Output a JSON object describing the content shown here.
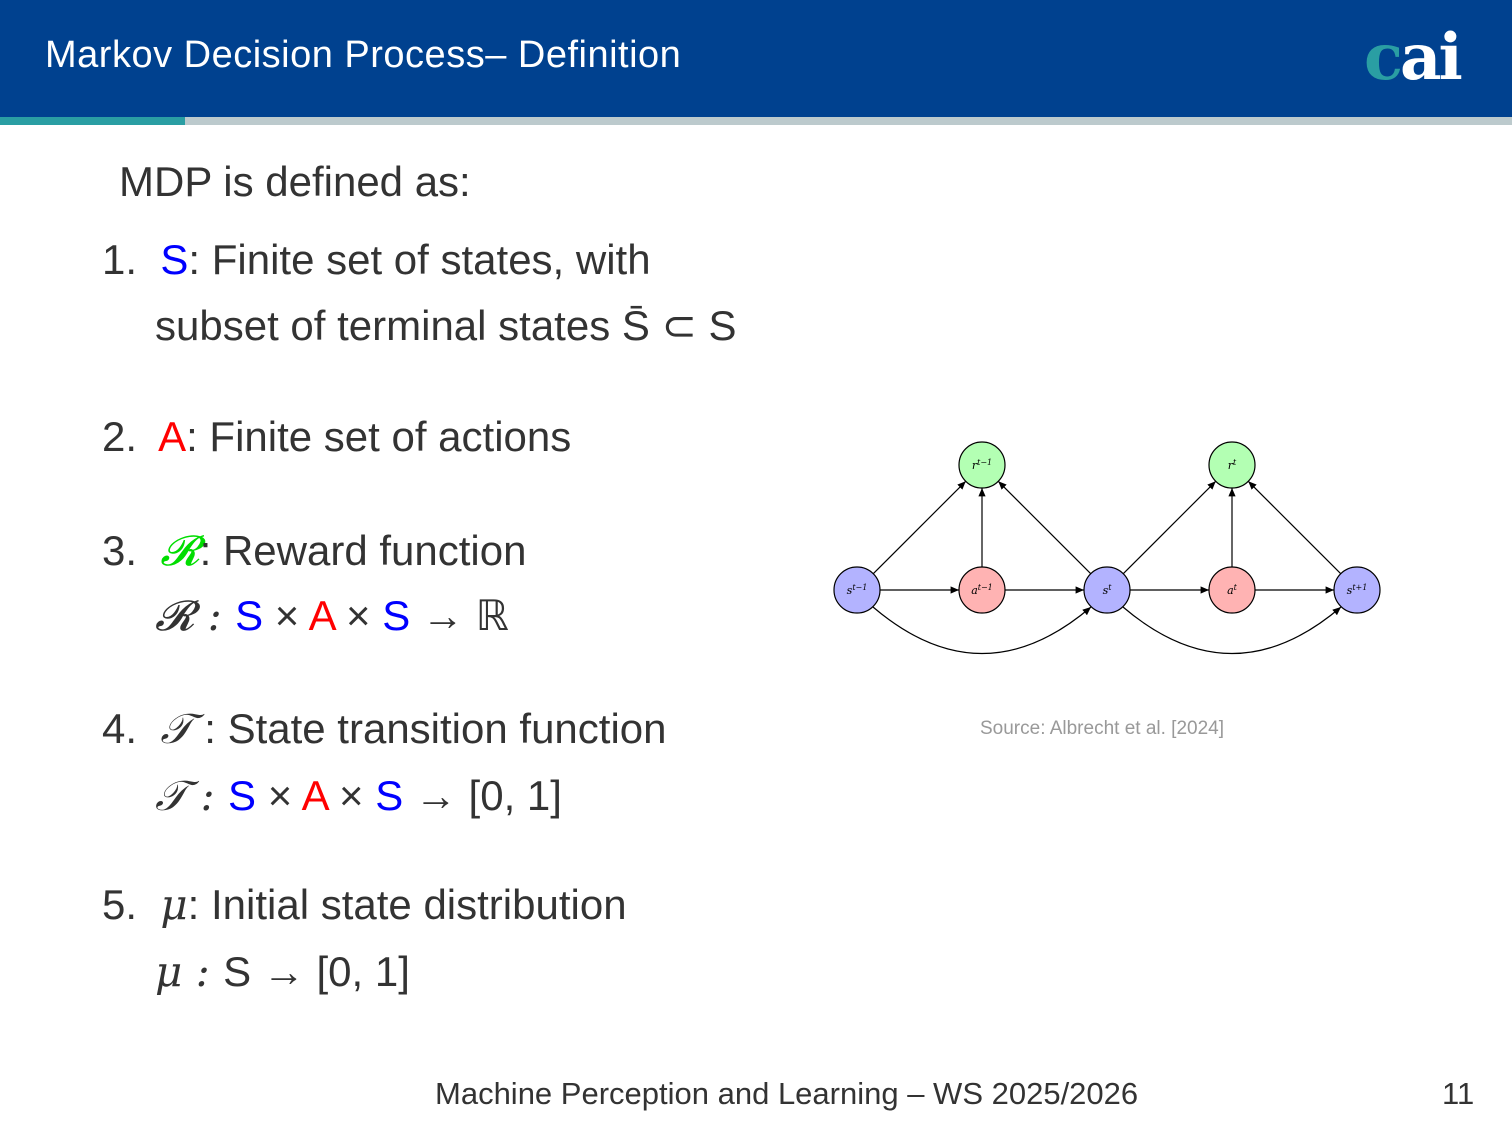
{
  "header": {
    "title": "Markov Decision Process– Definition",
    "logo": "cai"
  },
  "intro": "MDP is defined as:",
  "items": [
    {
      "num": "1.",
      "sym": "S",
      "rest": ": Finite set of states, with",
      "line2": "subset of terminal states S̄ ⊂ ",
      "line2_sym": "S"
    },
    {
      "num": "2.",
      "sym": "A",
      "rest": ": Finite set of actions"
    },
    {
      "num": "3.",
      "sym": "𝓡",
      "rest": ": Reward function",
      "f": {
        "lhs": "𝓡 : ",
        "s1": "S",
        "x1": " × ",
        "a": "A",
        "x2": " × ",
        "s2": "S",
        "rhs": " → ℝ"
      }
    },
    {
      "num": "4.",
      "sym": "𝒯",
      "rest": " : State transition function",
      "f": {
        "lhs": "𝒯 : ",
        "s1": "S",
        "x1": " × ",
        "a": "A",
        "x2": " × ",
        "s2": "S",
        "rhs": " → [0, 1]"
      }
    },
    {
      "num": "5.",
      "sym": "μ",
      "rest": ": Initial state distribution",
      "f": {
        "lhs": "μ : ",
        "s1": "S",
        "rhs": " → [0, 1]"
      }
    }
  ],
  "diagram": {
    "nodes": [
      {
        "id": "s_tm1",
        "label": "s",
        "sup": "t−1",
        "kind": "state"
      },
      {
        "id": "a_tm1",
        "label": "a",
        "sup": "t−1",
        "kind": "action"
      },
      {
        "id": "s_t",
        "label": "s",
        "sup": "t",
        "kind": "state"
      },
      {
        "id": "a_t",
        "label": "a",
        "sup": "t",
        "kind": "action"
      },
      {
        "id": "s_tp1",
        "label": "s",
        "sup": "t+1",
        "kind": "state"
      },
      {
        "id": "r_tm1",
        "label": "r",
        "sup": "t−1",
        "kind": "reward"
      },
      {
        "id": "r_t",
        "label": "r",
        "sup": "t",
        "kind": "reward"
      }
    ],
    "colors": {
      "state": "#b3b3ff",
      "action": "#ffb3b3",
      "reward": "#b3ffb3"
    },
    "source": "Source: Albrecht et al. [2024]"
  },
  "footer": {
    "course": "Machine Perception and Learning – WS 2025/2026",
    "page": "11"
  }
}
